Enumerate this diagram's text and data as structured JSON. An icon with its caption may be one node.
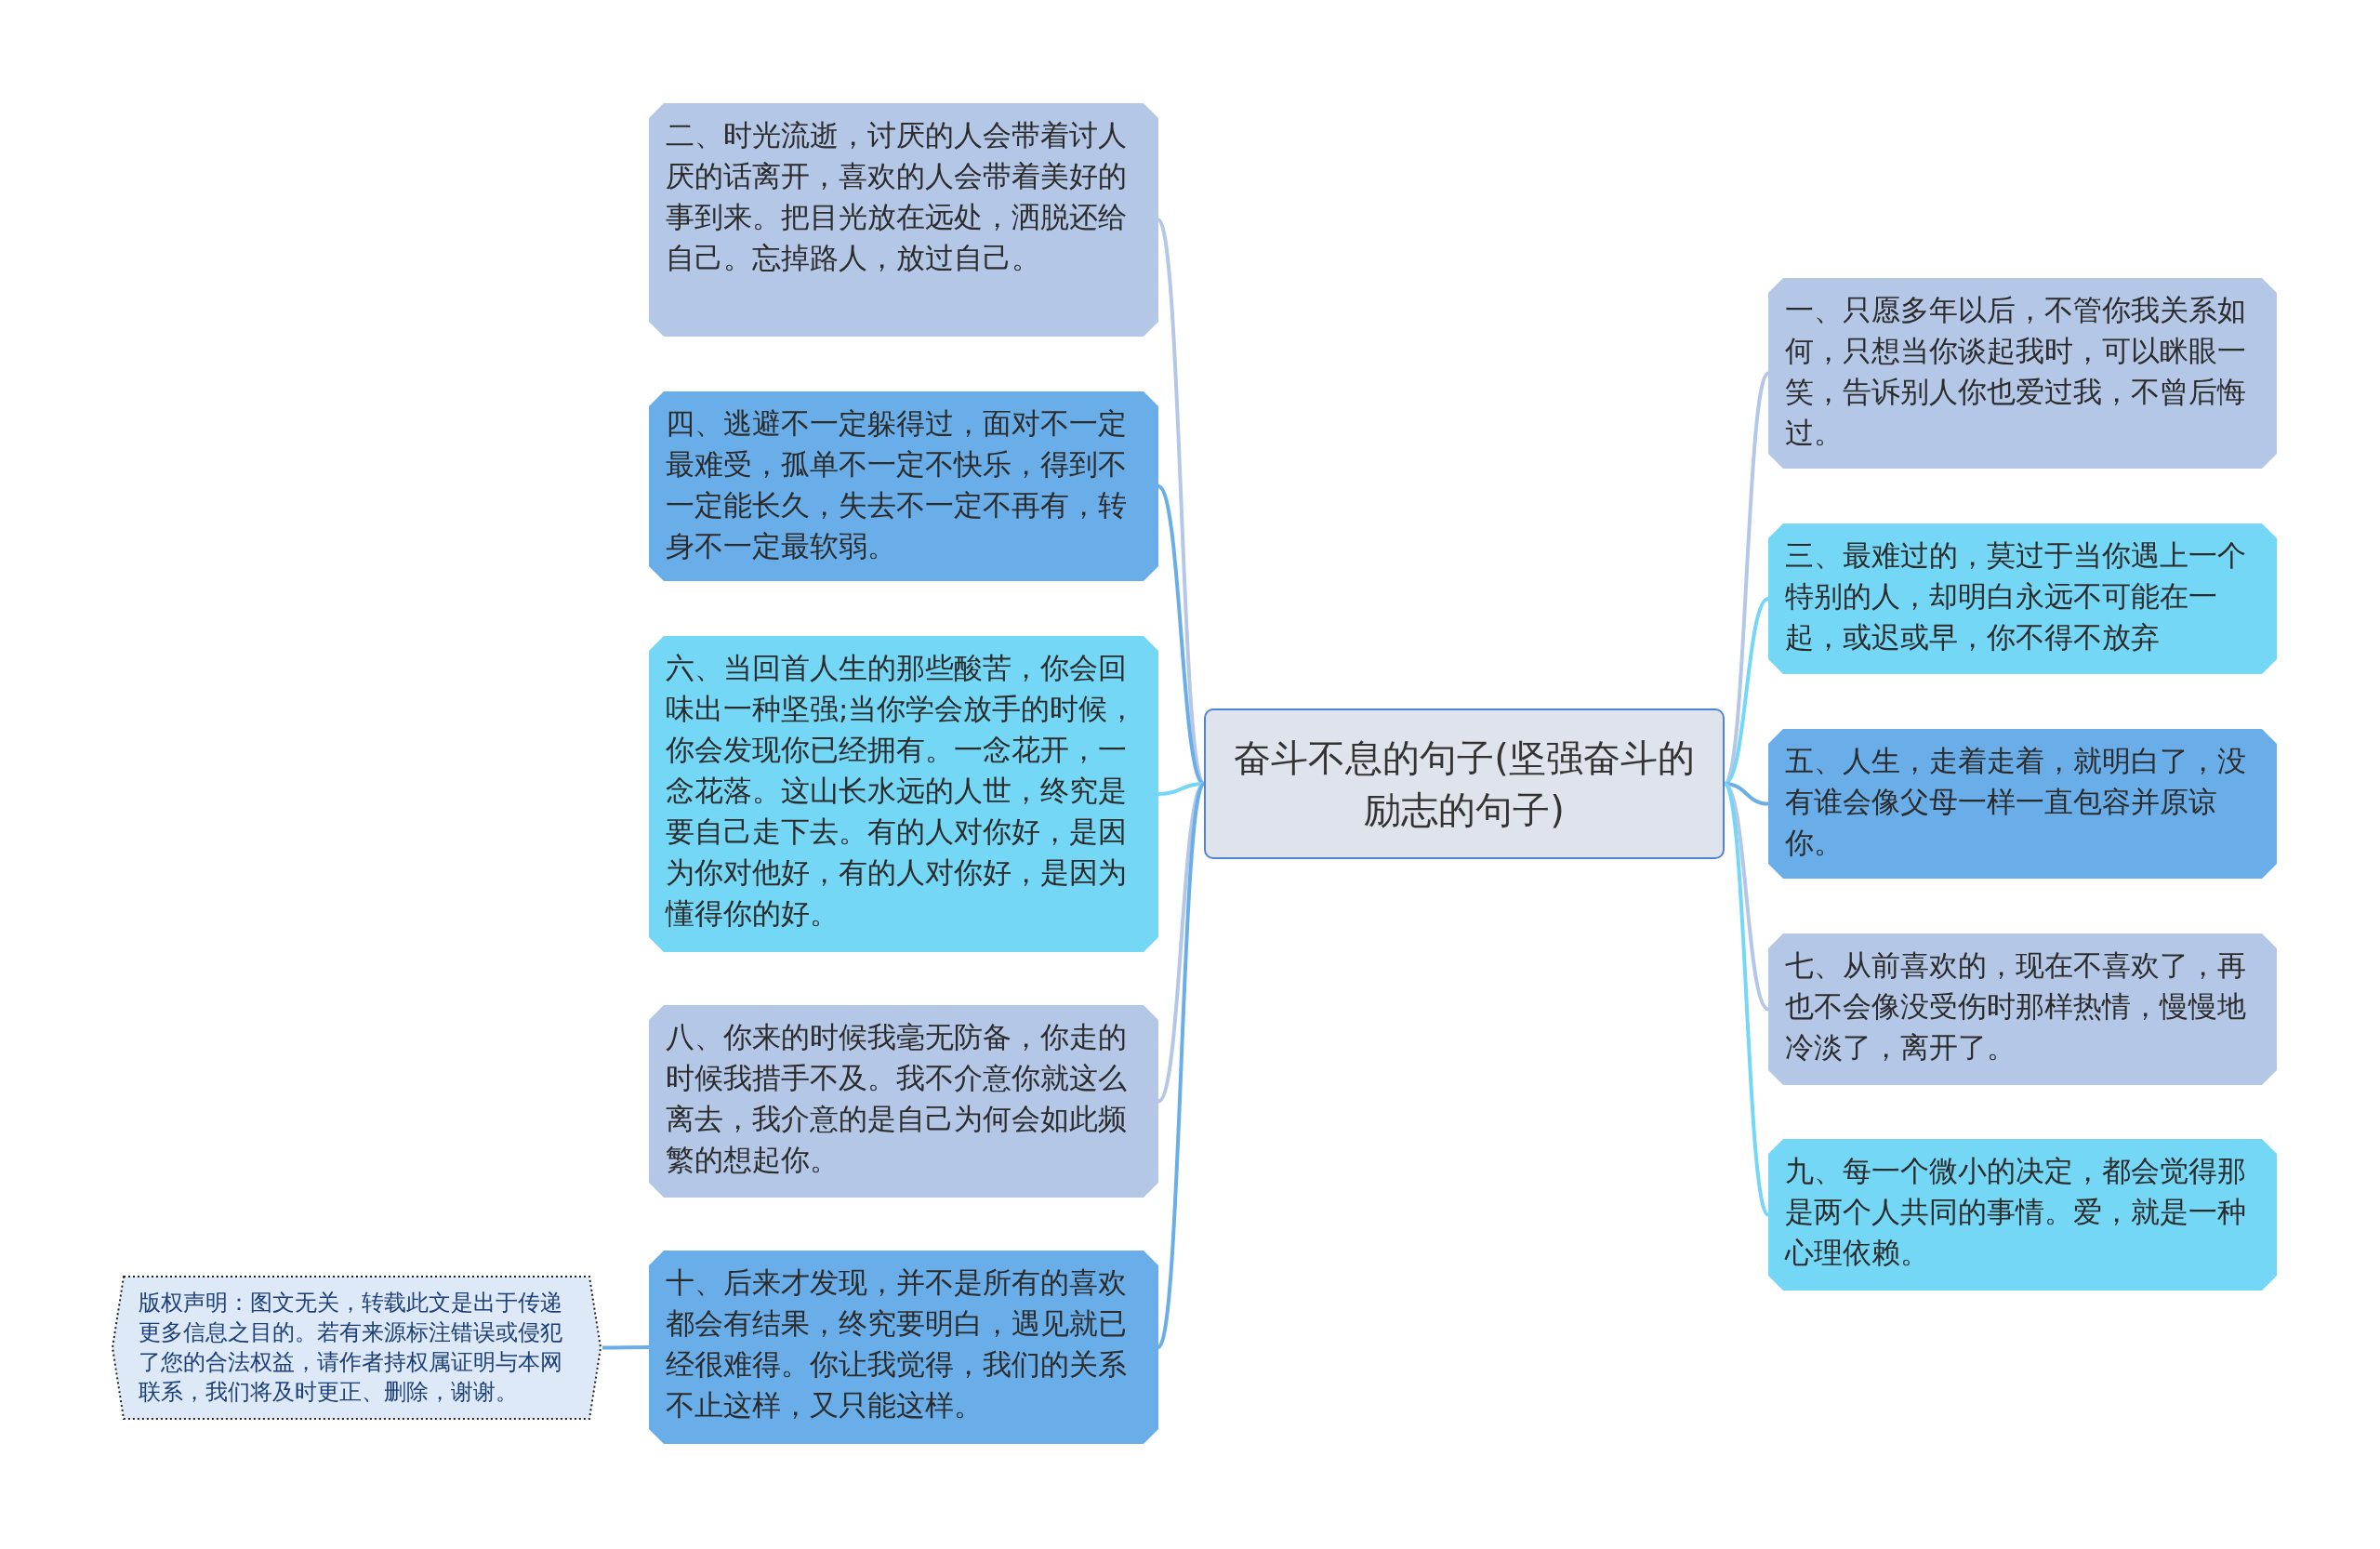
{
  "diagram": {
    "nodes": [
      {
        "text": [
          "奋斗不息的句子(坚强奋斗的励志的句子)"
        ]
      },
      {
        "text": [
          "二、时光流逝，讨厌的人会带着讨人厌的话离开，喜欢的人会带着美好的事到来。把目光放在远处，洒脱还给自己。忘掉路人，放过自己。"
        ]
      },
      {
        "text": [
          "四、逃避不一定躲得过，面对不一定最难受，孤单不一定不快乐，得到不一定能长久，失去不一定不再有，转身不一定最软弱。"
        ]
      },
      {
        "text": [
          "六、当回首人生的那些酸苦，你会回味出一种坚强;当你学会放手的时候，你会发现你已经拥有。一念花开，一念花落。这山长水远的人世，终究是要自己走下去。有的人对你好，是因为你对他好，有的人对你好，是因为懂得你的好。"
        ]
      },
      {
        "text": [
          "八、你来的时候我毫无防备，你走的时候我措手不及。我不介意你就这么离去，我介意的是自己为何会如此频繁的想起你。"
        ]
      },
      {
        "text": [
          "十、后来才发现，并不是所有的喜欢都会有结果，终究要明白，遇见就已经很难得。你让我觉得，我们的关系不止这样，又只能这样。"
        ]
      },
      {
        "text": [
          "版权声明：图文无关，转载此文是出于传递更多信息之目的。若有来源标注错误或侵犯了您的合法权益，请作者持权属证明与本网联系，我们将及时更正、删除，谢谢。"
        ]
      },
      {
        "text": [
          "一、只愿多年以后，不管你我关系如何，只想当你谈起我时，可以眯眼一笑，告诉别人你也爱过我，不曾后悔过。"
        ]
      },
      {
        "text": [
          "三、最难过的，莫过于当你遇上一个特别的人，却明白永远不可能在一起，或迟或早，你不得不放弃"
        ]
      },
      {
        "text": [
          "五、人生，走着走着，就明白了，没有谁会像父母一样一直包容并原谅你。"
        ]
      },
      {
        "text": [
          "七、从前喜欢的，现在不喜欢了，再也不会像没受伤时那样热情，慢慢地冷淡了，离开了。"
        ]
      },
      {
        "text": [
          "九、每一个微小的决定，都会觉得那是两个人共同的事情。爱，就是一种心理依赖。"
        ]
      }
    ],
    "edges": [
      {
        "from": 0,
        "to": 1,
        "arrow": "none"
      },
      {
        "from": 0,
        "to": 2,
        "arrow": "none",
        "color": "#6aaee9"
      },
      {
        "from": 0,
        "to": 3,
        "arrow": "none",
        "color": "#74d7f5"
      },
      {
        "from": 0,
        "to": 4,
        "arrow": "none"
      },
      {
        "from": 0,
        "to": 5,
        "arrow": "none",
        "color": "#6aaee9"
      },
      {
        "from": 5,
        "to": 6,
        "arrow": "none",
        "color": "#6aaee9"
      },
      {
        "from": 0,
        "to": 7,
        "arrow": "none"
      },
      {
        "from": 0,
        "to": 8,
        "arrow": "none",
        "color": "#74d7f5"
      },
      {
        "from": 0,
        "to": 9,
        "arrow": "none",
        "color": "#6aaee9"
      },
      {
        "from": 0,
        "to": 10,
        "arrow": "none"
      },
      {
        "from": 0,
        "to": 11,
        "arrow": "none",
        "color": "#74d7f5"
      }
    ]
  }
}
